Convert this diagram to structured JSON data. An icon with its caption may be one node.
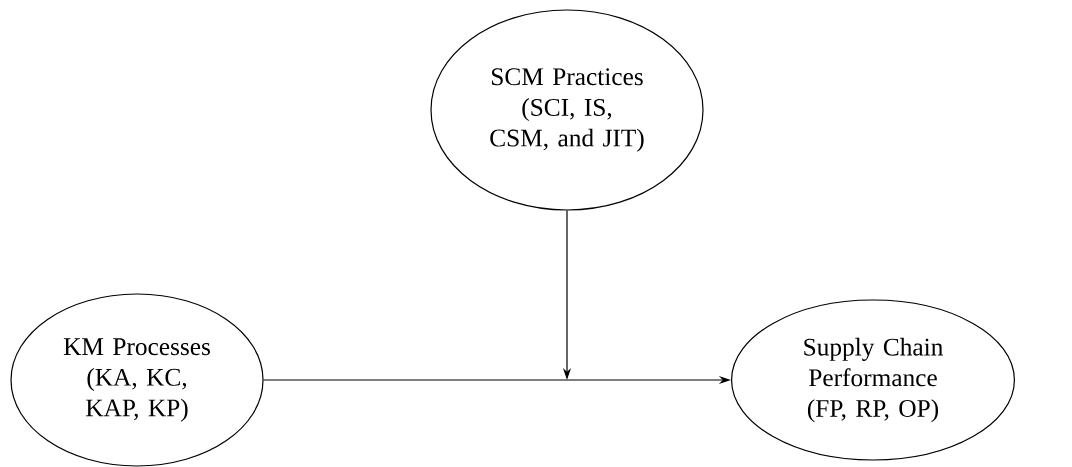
{
  "diagram": {
    "nodes": [
      {
        "text": [
          "KM Processes (KA, KC, KAP, KP)"
        ]
      },
      {
        "text": [
          "SCM Practices (SCI, IS, CSM, and JIT)"
        ]
      },
      {
        "text": [
          "Supply Chain Performance (FP, RP, OP)"
        ]
      }
    ],
    "edges": [
      {
        "from": 0,
        "to": 2,
        "arrow": "to"
      },
      {
        "from": 1,
        "to": null,
        "arrow": "to"
      }
    ]
  }
}
